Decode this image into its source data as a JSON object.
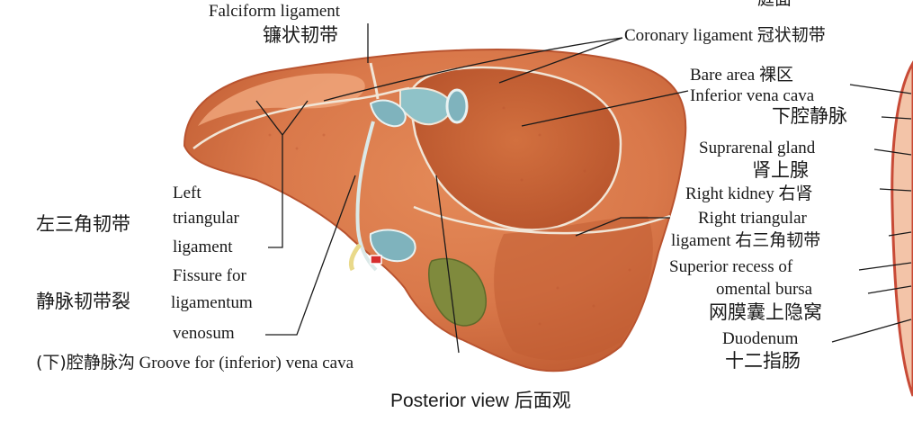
{
  "colors": {
    "liver": "#d9784a",
    "liver_light": "#e79a6b",
    "liver_dark": "#b9532f",
    "bare_area": "#c9663a",
    "ligament_edge": "#f1e5d6",
    "vessel": "#7fb3bd",
    "gallbladder": "#7f8a3d",
    "kidney_edge": "#c84a36",
    "leader": "#1a1a1a"
  },
  "top_partial": "庭面",
  "labels": {
    "falciform_en": "Falciform ligament",
    "falciform_zh": "镰状韧带",
    "coronary_en": "Coronary ligament",
    "coronary_zh": "冠状韧带",
    "bare_area_en": "Bare area",
    "bare_area_zh": "裸区",
    "ivc_en": "Inferior vena cava",
    "ivc_zh": "下腔静脉",
    "suprarenal_en": "Suprarenal gland",
    "suprarenal_zh": "肾上腺",
    "right_kidney_en": "Right kidney",
    "right_kidney_zh": "右肾",
    "right_tri_en_1": "Right triangular",
    "right_tri_en_2": "ligament",
    "right_tri_zh": "右三角韧带",
    "omental_en_1": "Superior recess of",
    "omental_en_2": "omental bursa",
    "omental_zh": "网膜囊上隐窝",
    "duodenum_en": "Duodenum",
    "duodenum_zh": "十二指肠",
    "left_tri_en_1": "Left",
    "left_tri_en_2": "triangular",
    "left_tri_en_3": "ligament",
    "left_tri_zh": "左三角韧带",
    "fissure_en_1": "Fissure for",
    "fissure_en_2": "ligamentum",
    "fissure_en_3": "venosum",
    "fissure_zh": "静脉韧带裂",
    "groove_zh": "(下)腔静脉沟",
    "groove_en": "Groove for (inferior) vena cava"
  },
  "caption": "Posterior view 后面观"
}
